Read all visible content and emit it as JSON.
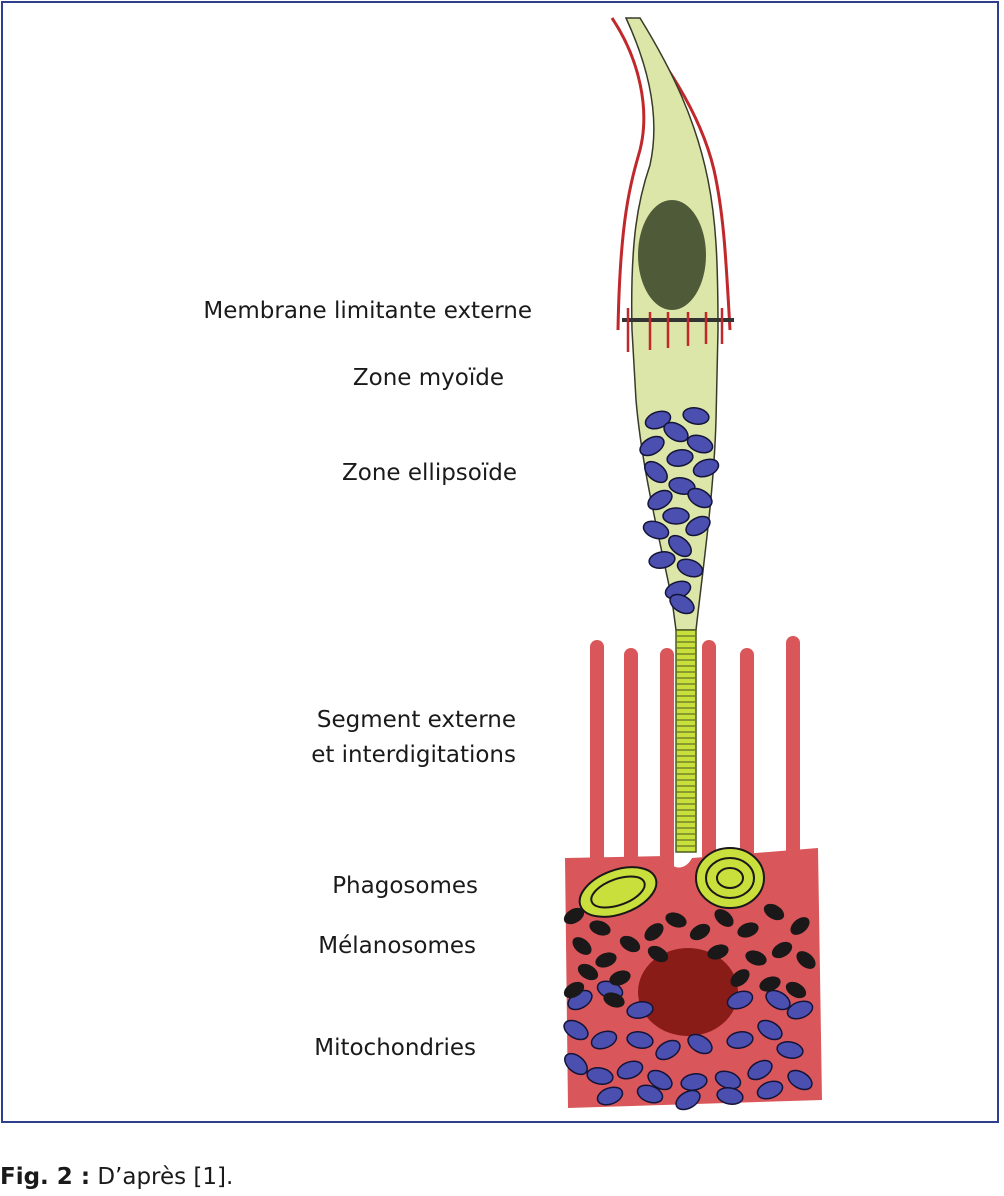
{
  "labels": {
    "membrane": "Membrane limitante externe",
    "myoid": "Zone myoïde",
    "ellipsoid": "Zone ellipsoïde",
    "segment_line1": "Segment externe",
    "segment_line2": "et interdigitations",
    "phagosomes": "Phagosomes",
    "melanosomes": "Mélanosomes",
    "mitochondria": "Mitochondries"
  },
  "caption": {
    "prefix": "Fig. 2 :",
    "text": " D’après [1]."
  },
  "colors": {
    "frame": "#2f3f8f",
    "cell_body": "#dce6a8",
    "nucleus": "#4e5a38",
    "membrane_red": "#c0282c",
    "rpe": "#d9575a",
    "rpe_nucleus": "#8a1c18",
    "mitochondria": "#4a4fb0",
    "melanosome": "#1a1818",
    "phagosome": "#c8df3c"
  }
}
